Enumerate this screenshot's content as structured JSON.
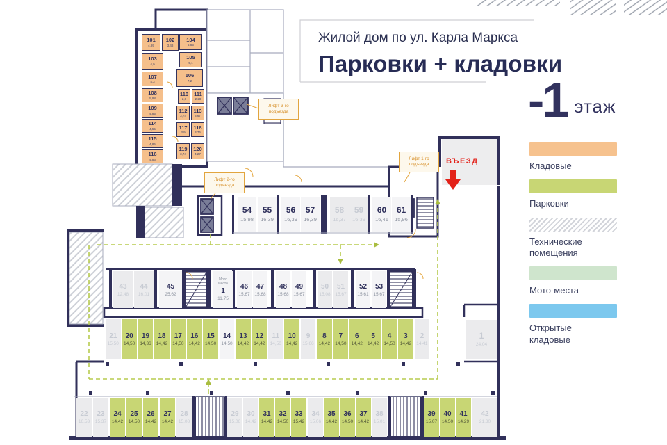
{
  "header": {
    "subtitle": "Жилой дом по ул. Карла Маркса",
    "title": "Парковки + кладовки"
  },
  "floor": {
    "number": "-1",
    "label": "этаж"
  },
  "legend": {
    "items": [
      {
        "label": "Кладовые",
        "color": "#f6c28e",
        "type": "solid"
      },
      {
        "label": "Парковки",
        "color": "#c8d674",
        "type": "solid"
      },
      {
        "label": "Технические помещения",
        "color": "hatch",
        "type": "hatch"
      },
      {
        "label": "Мото-места",
        "color": "#cfe5cd",
        "type": "solid"
      },
      {
        "label": "Открытые кладовые",
        "color": "#7cc8ee",
        "type": "solid"
      }
    ]
  },
  "plan": {
    "entrance_label": "ВЪЕЗД",
    "lift_labels": [
      "Лифт 3-го подъезда",
      "Лифт 2-го подъезда",
      "Лифт 1-го подъезда"
    ],
    "storage_units": [
      {
        "num": "101",
        "area": "4,95"
      },
      {
        "num": "102",
        "area": "3,48"
      },
      {
        "num": "103",
        "area": "4,9"
      },
      {
        "num": "104",
        "area": "4,85"
      },
      {
        "num": "105",
        "area": "5,1"
      },
      {
        "num": "106",
        "area": "7,2"
      },
      {
        "num": "107",
        "area": "4,3"
      },
      {
        "num": "108",
        "area": "5,98"
      },
      {
        "num": "109",
        "area": "4,85"
      },
      {
        "num": "110",
        "area": "2,8"
      },
      {
        "num": "111",
        "area": "2,28"
      },
      {
        "num": "112",
        "area": "3,74"
      },
      {
        "num": "113",
        "area": "3,67"
      },
      {
        "num": "114",
        "area": "4,55"
      },
      {
        "num": "115",
        "area": "4,85"
      },
      {
        "num": "116",
        "area": "4,83"
      },
      {
        "num": "117",
        "area": "3,9"
      },
      {
        "num": "118",
        "area": "3,76"
      },
      {
        "num": "119",
        "area": "3,74"
      },
      {
        "num": "120",
        "area": "4,27"
      }
    ],
    "rows": {
      "row54": [
        {
          "num": "54",
          "area": "15,98",
          "style": "plain"
        },
        {
          "num": "55",
          "area": "16,39",
          "style": "plain"
        },
        {
          "num": "56",
          "area": "16,39",
          "style": "plain"
        },
        {
          "num": "57",
          "area": "16,39",
          "style": "plain"
        },
        {
          "num": "58",
          "area": "16,37",
          "style": "sold"
        },
        {
          "num": "59",
          "area": "16,39",
          "style": "sold"
        },
        {
          "num": "60",
          "area": "16,41",
          "style": "plain"
        },
        {
          "num": "61",
          "area": "15,96",
          "style": "plain"
        }
      ],
      "row43": [
        {
          "num": "43",
          "area": "12,48",
          "style": "sold"
        },
        {
          "num": "44",
          "area": "16,01",
          "style": "sold"
        },
        {
          "num": "45",
          "area": "25,62",
          "style": "plain"
        },
        {
          "num": "1",
          "area": "11,75",
          "style": "plain",
          "label": "Мото место"
        },
        {
          "num": "46",
          "area": "15,67",
          "style": "plain"
        },
        {
          "num": "47",
          "area": "15,68",
          "style": "plain"
        },
        {
          "num": "48",
          "area": "15,68",
          "style": "plain"
        },
        {
          "num": "49",
          "area": "15,67",
          "style": "plain"
        },
        {
          "num": "50",
          "area": "15,08",
          "style": "sold"
        },
        {
          "num": "51",
          "area": "15,67",
          "style": "sold"
        },
        {
          "num": "52",
          "area": "15,61",
          "style": "plain"
        },
        {
          "num": "53",
          "area": "15,67",
          "style": "plain"
        }
      ],
      "row21": [
        {
          "num": "21",
          "area": "15,50",
          "style": "sold"
        },
        {
          "num": "20",
          "area": "14,50",
          "style": "green"
        },
        {
          "num": "19",
          "area": "14,36",
          "style": "green"
        },
        {
          "num": "18",
          "area": "14,42",
          "style": "green"
        },
        {
          "num": "17",
          "area": "14,50",
          "style": "green"
        },
        {
          "num": "16",
          "area": "14,42",
          "style": "green"
        },
        {
          "num": "15",
          "area": "14,50",
          "style": "green"
        },
        {
          "num": "14",
          "area": "14,50",
          "style": "plain"
        },
        {
          "num": "13",
          "area": "14,42",
          "style": "green"
        },
        {
          "num": "12",
          "area": "14,42",
          "style": "green"
        },
        {
          "num": "11",
          "area": "14,50",
          "style": "sold"
        },
        {
          "num": "10",
          "area": "14,42",
          "style": "green"
        },
        {
          "num": "9",
          "area": "15,66",
          "style": "sold"
        },
        {
          "num": "8",
          "area": "14,42",
          "style": "green"
        },
        {
          "num": "7",
          "area": "14,50",
          "style": "green"
        },
        {
          "num": "6",
          "area": "14,42",
          "style": "green"
        },
        {
          "num": "5",
          "area": "14,42",
          "style": "green"
        },
        {
          "num": "4",
          "area": "14,50",
          "style": "green"
        },
        {
          "num": "3",
          "area": "14,42",
          "style": "green"
        },
        {
          "num": "2",
          "area": "14,41",
          "style": "sold"
        }
      ],
      "stall1": {
        "num": "1",
        "area": "24,04",
        "style": "sold"
      },
      "row22": [
        {
          "num": "22",
          "area": "16,53",
          "style": "sold"
        },
        {
          "num": "23",
          "area": "15,37",
          "style": "sold"
        },
        {
          "num": "24",
          "area": "14,42",
          "style": "green"
        },
        {
          "num": "25",
          "area": "14,50",
          "style": "green"
        },
        {
          "num": "26",
          "area": "14,42",
          "style": "green"
        },
        {
          "num": "27",
          "area": "14,42",
          "style": "green"
        },
        {
          "num": "28",
          "area": "15,08",
          "style": "sold"
        },
        {
          "num": "29",
          "area": "15,06",
          "style": "sold"
        },
        {
          "num": "30",
          "area": "14,42",
          "style": "sold"
        },
        {
          "num": "31",
          "area": "14,42",
          "style": "green"
        },
        {
          "num": "32",
          "area": "14,50",
          "style": "green"
        },
        {
          "num": "33",
          "area": "15,42",
          "style": "green"
        },
        {
          "num": "34",
          "area": "15,06",
          "style": "sold"
        },
        {
          "num": "35",
          "area": "14,42",
          "style": "green"
        },
        {
          "num": "36",
          "area": "14,50",
          "style": "green"
        },
        {
          "num": "37",
          "area": "14,42",
          "style": "green"
        },
        {
          "num": "38",
          "area": "15,01",
          "style": "sold"
        },
        {
          "num": "39",
          "area": "15,07",
          "style": "green"
        },
        {
          "num": "40",
          "area": "14,50",
          "style": "green"
        },
        {
          "num": "41",
          "area": "14,29",
          "style": "green"
        },
        {
          "num": "42",
          "area": "21,30",
          "style": "sold"
        }
      ]
    }
  }
}
